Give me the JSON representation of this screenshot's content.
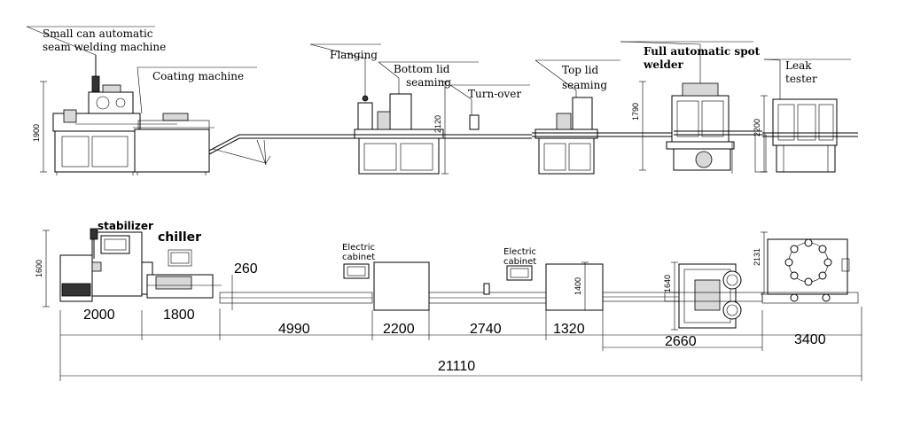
{
  "side_view": {
    "labels": {
      "seam_welder_line1": "Small can automatic",
      "seam_welder_line2": "seam welding machine",
      "coating": "Coating machine",
      "flanging": "Flanging",
      "bottom_lid_line1": "Bottom lid",
      "bottom_lid_line2": "seaming",
      "turnover": "Turn-over",
      "top_lid_line1": "Top lid",
      "top_lid_line2": "seaming",
      "spot_welder_line1": "Full automatic spot",
      "spot_welder_line2": "welder",
      "leak_line1": "Leak",
      "leak_line2": "tester"
    },
    "heights": {
      "welder": "1900",
      "seamer": "2120",
      "spot": "1790",
      "leak": "2200"
    }
  },
  "top_view": {
    "labels": {
      "stabilizer": "stabilizer",
      "chiller": "chiller",
      "electric_cabinet_1_line1": "Electric",
      "electric_cabinet_1_line2": "cabinet",
      "electric_cabinet_2_line1": "Electric",
      "electric_cabinet_2_line2": "cabinet"
    },
    "heights": {
      "welder_depth": "1600",
      "conveyor_width": "260",
      "cabinet_depth": "1400",
      "spot_depth": "1640",
      "leak_depth": "2131"
    },
    "lengths": {
      "welder": "2000",
      "chiller": "1800",
      "conveyor_1": "4990",
      "machine_1": "2200",
      "conveyor_2": "2740",
      "machine_2": "1320",
      "spot_welder": "2660",
      "leak_tester": "3400",
      "total": "21110"
    }
  }
}
